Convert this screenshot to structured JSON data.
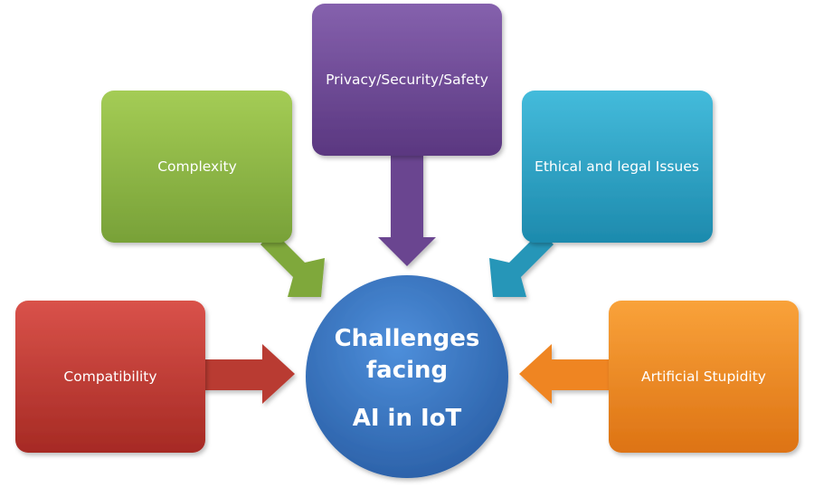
{
  "diagram": {
    "center": {
      "lines": [
        "Challenges",
        "facing",
        "AI in IoT"
      ],
      "color": "#3a78c8"
    },
    "nodes": [
      {
        "id": "compatibility",
        "label": "Compatibility",
        "color": "#c0392f"
      },
      {
        "id": "complexity",
        "label": "Complexity",
        "color": "#8db646"
      },
      {
        "id": "privacy",
        "label": "Privacy/Security/Safety",
        "color": "#6b4591"
      },
      {
        "id": "ethical",
        "label": "Ethical and legal Issues",
        "color": "#2aa3c4"
      },
      {
        "id": "artificial-stupidity",
        "label": "Artificial Stupidity",
        "color": "#f18a22"
      }
    ]
  }
}
